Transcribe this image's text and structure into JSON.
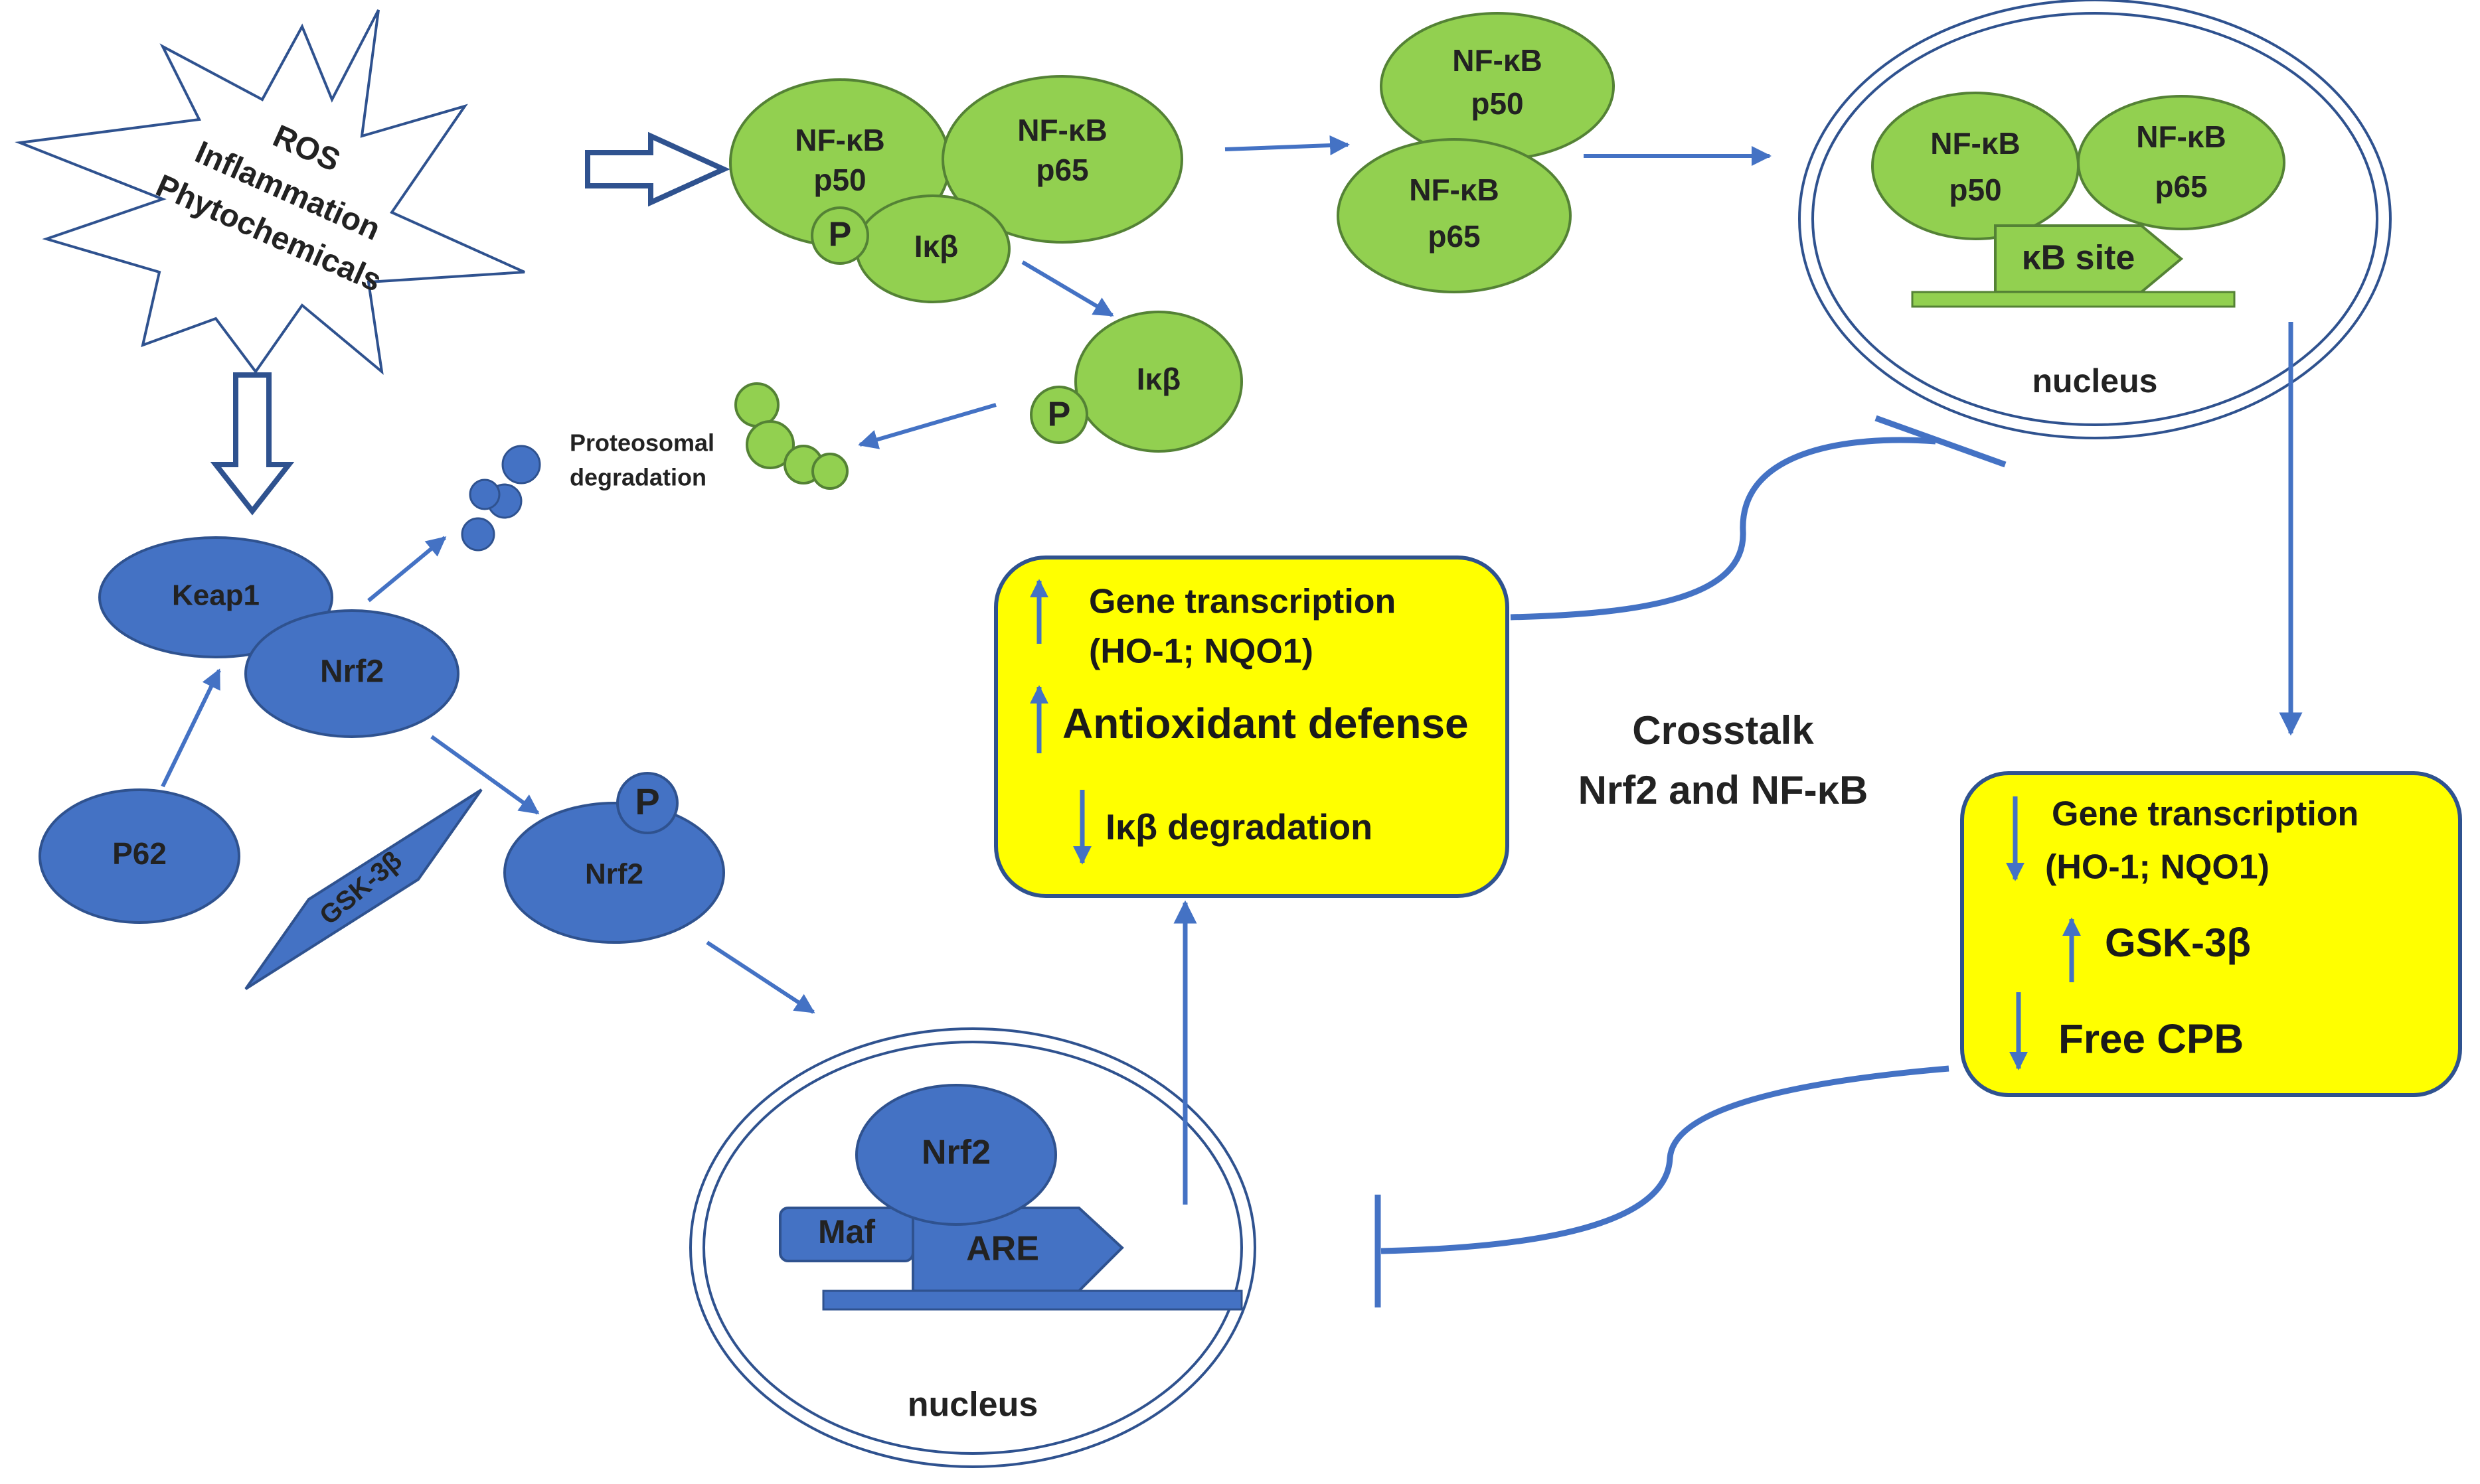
{
  "colors": {
    "blue_fill": "#4472c4",
    "blue_stroke": "#2f528f",
    "green_fill": "#92d050",
    "green_stroke": "#548235",
    "yellow_fill": "#ffff00",
    "arrow": "#4472c4"
  },
  "stimulus": {
    "line1": "ROS",
    "line2": "Inflammation",
    "line3": "Phytochemicals"
  },
  "nfkb_complex": {
    "p50_a": "NF-κB",
    "p50_b": "p50",
    "p65_a": "NF-κB",
    "p65_b": "p65",
    "ikb": "Iκβ",
    "p": "P"
  },
  "nfkb_free": {
    "p50_a": "NF-κB",
    "p50_b": "p50",
    "p65_a": "NF-κB",
    "p65_b": "p65"
  },
  "ikb_phos": {
    "ikb": "Iκβ",
    "p": "P"
  },
  "proteosomal": {
    "line1": "Proteosomal",
    "line2": "degradation"
  },
  "nucleus_top": {
    "p50_a": "NF-κB",
    "p50_b": "p50",
    "p65_a": "NF-κB",
    "p65_b": "p65",
    "site": "κB site",
    "label": "nucleus"
  },
  "left_pathway": {
    "keap1": "Keap1",
    "nrf2": "Nrf2",
    "p62": "P62",
    "gsk": "GSK-3β",
    "nrf2_p": "Nrf2",
    "p": "P"
  },
  "nucleus_bottom": {
    "nrf2": "Nrf2",
    "maf": "Maf",
    "are": "ARE",
    "label": "nucleus"
  },
  "yellow_left": {
    "line1": "Gene transcription",
    "line2": "(HO-1; NQO1)",
    "line3": "Antioxidant defense",
    "line4": "Iκβ degradation"
  },
  "crosstalk": {
    "line1": "Crosstalk",
    "line2": "Nrf2 and NF-κB"
  },
  "yellow_right": {
    "line1": "Gene transcription",
    "line2": "(HO-1; NQO1)",
    "line3": "GSK-3β",
    "line4": "Free CPB"
  }
}
